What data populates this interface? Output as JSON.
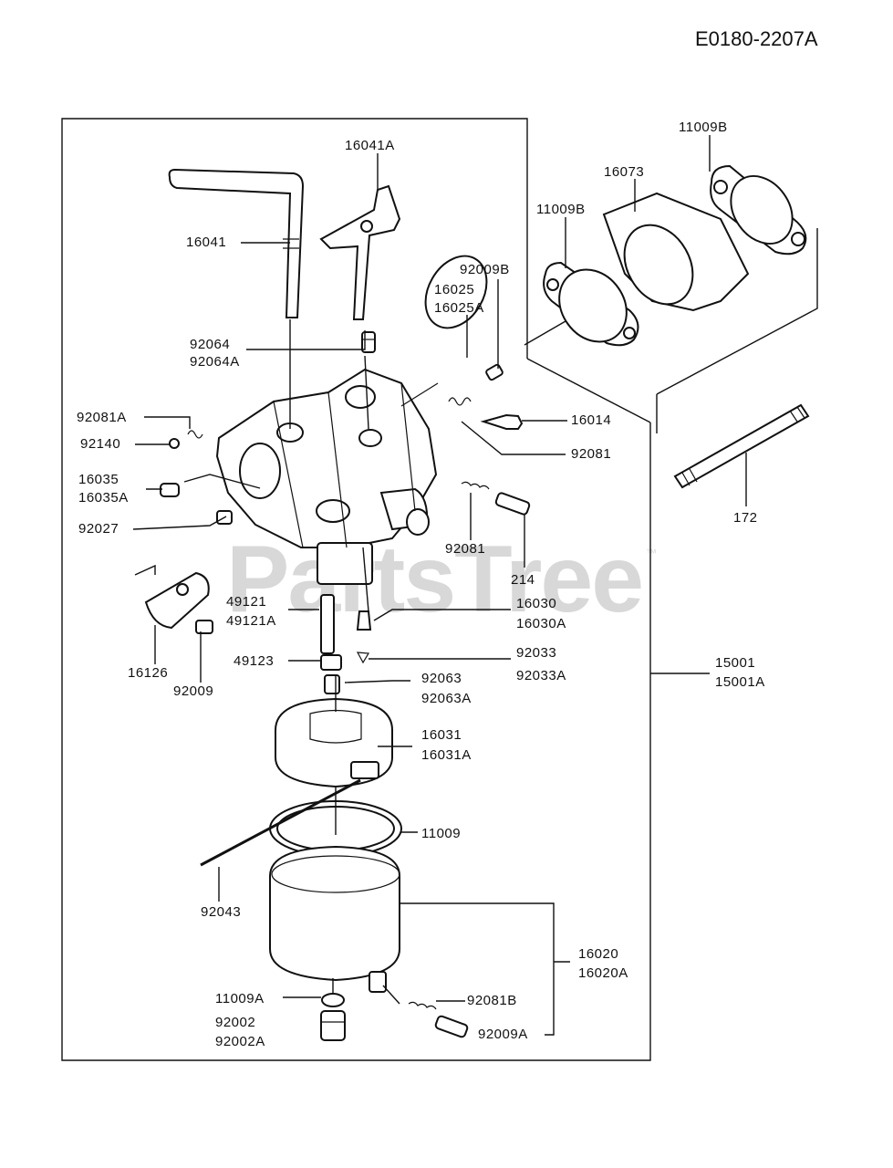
{
  "document_id": "E0180-2207A",
  "watermark": {
    "text": "PartsTree",
    "trademark": "™"
  },
  "callouts": [
    {
      "id": "c-16041a",
      "lines": [
        "16041A"
      ]
    },
    {
      "id": "c-16041",
      "lines": [
        "16041"
      ]
    },
    {
      "id": "c-92064",
      "lines": [
        "92064",
        "92064A"
      ]
    },
    {
      "id": "c-92009b",
      "lines": [
        "92009B"
      ]
    },
    {
      "id": "c-16025",
      "lines": [
        "16025",
        "16025A"
      ]
    },
    {
      "id": "c-11009b-top",
      "lines": [
        "11009B"
      ]
    },
    {
      "id": "c-16073",
      "lines": [
        "16073"
      ]
    },
    {
      "id": "c-11009b-left",
      "lines": [
        "11009B"
      ]
    },
    {
      "id": "c-92081a",
      "lines": [
        "92081A"
      ]
    },
    {
      "id": "c-92140",
      "lines": [
        "92140"
      ]
    },
    {
      "id": "c-16014",
      "lines": [
        "16014"
      ]
    },
    {
      "id": "c-92081-right",
      "lines": [
        "92081"
      ]
    },
    {
      "id": "c-16035",
      "lines": [
        "16035",
        "16035A"
      ]
    },
    {
      "id": "c-172",
      "lines": [
        "172"
      ]
    },
    {
      "id": "c-92027",
      "lines": [
        "92027"
      ]
    },
    {
      "id": "c-92081-lower",
      "lines": [
        "92081"
      ]
    },
    {
      "id": "c-214",
      "lines": [
        "214"
      ]
    },
    {
      "id": "c-49121",
      "lines": [
        "49121",
        "49121A"
      ]
    },
    {
      "id": "c-16030",
      "lines": [
        "16030",
        "16030A"
      ]
    },
    {
      "id": "c-49123",
      "lines": [
        "49123"
      ]
    },
    {
      "id": "c-92033",
      "lines": [
        "92033",
        "92033A"
      ]
    },
    {
      "id": "c-16126",
      "lines": [
        "16126"
      ]
    },
    {
      "id": "c-92009",
      "lines": [
        "92009"
      ]
    },
    {
      "id": "c-92063",
      "lines": [
        "92063",
        "92063A"
      ]
    },
    {
      "id": "c-15001",
      "lines": [
        "15001",
        "15001A"
      ]
    },
    {
      "id": "c-16031",
      "lines": [
        "16031",
        "16031A"
      ]
    },
    {
      "id": "c-11009",
      "lines": [
        "11009"
      ]
    },
    {
      "id": "c-92043",
      "lines": [
        "92043"
      ]
    },
    {
      "id": "c-16020",
      "lines": [
        "16020",
        "16020A"
      ]
    },
    {
      "id": "c-11009a",
      "lines": [
        "11009A"
      ]
    },
    {
      "id": "c-92081b",
      "lines": [
        "92081B"
      ]
    },
    {
      "id": "c-92002",
      "lines": [
        "92002",
        "92002A"
      ]
    },
    {
      "id": "c-92009a",
      "lines": [
        "92009A"
      ]
    }
  ]
}
